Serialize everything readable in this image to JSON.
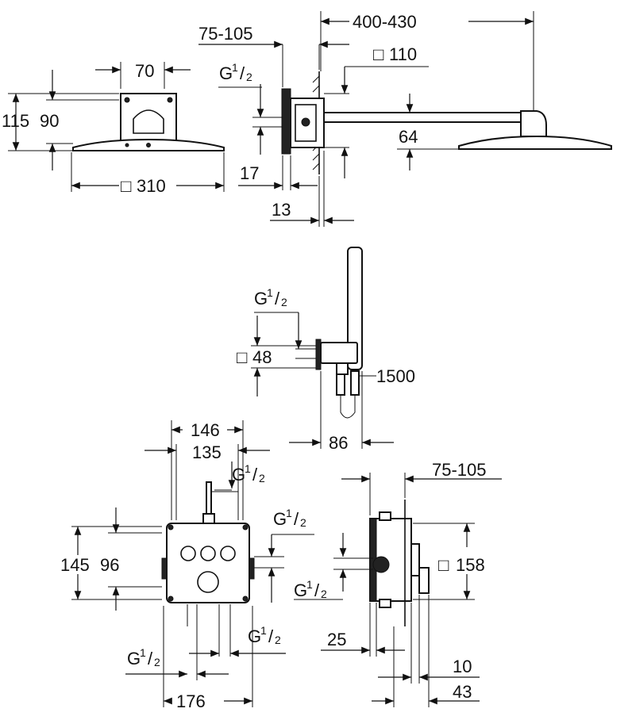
{
  "views": {
    "shower_head_front": {
      "width_label": "70",
      "height_outer_label": "115",
      "height_inner_label": "90",
      "head_size_label": "310",
      "head_size_symbol": "□"
    },
    "shower_head_side": {
      "projection_label": "400-430",
      "depth_label": "75-105",
      "thread_label": "G",
      "thread_sup": "1",
      "thread_sub": "2",
      "flange_label": "110",
      "flange_symbol": "□",
      "head_height_label": "64",
      "offset_17_label": "17",
      "offset_13_label": "13"
    },
    "hand_shower": {
      "thread_label": "G",
      "thread_sup": "1",
      "thread_sub": "2",
      "outlet_label": "48",
      "outlet_symbol": "□",
      "hose_label": "1500",
      "projection_label": "86"
    },
    "valve_front": {
      "width_outer_label": "146",
      "width_inner_label": "135",
      "height_outer_label": "145",
      "height_inner_label": "96",
      "thread_top_label": "G",
      "thread_right_label": "G",
      "thread_bottom_right_label": "G",
      "thread_bottom_left_label": "G",
      "thread_sup": "1",
      "thread_sub": "2",
      "bottom_width_label": "176"
    },
    "valve_side": {
      "depth_label": "75-105",
      "plate_label": "158",
      "plate_symbol": "□",
      "thread_label": "G",
      "thread_sup": "1",
      "thread_sub": "2",
      "offset_25_label": "25",
      "offset_10_label": "10",
      "offset_43_label": "43"
    }
  }
}
